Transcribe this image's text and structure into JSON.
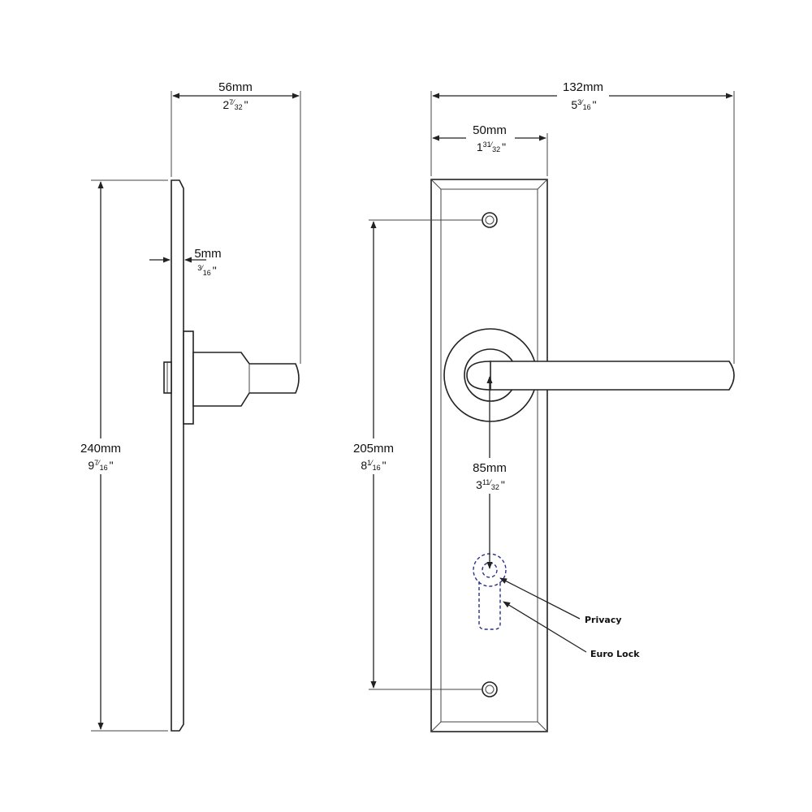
{
  "dimensions": {
    "depth_total": {
      "mm": "56mm",
      "whole": "2",
      "num": "7",
      "den": "32"
    },
    "plate_thickness": {
      "mm": "5mm",
      "whole": "",
      "num": "3",
      "den": "16"
    },
    "height_total": {
      "mm": "240mm",
      "whole": "9",
      "num": "7",
      "den": "16"
    },
    "width_total": {
      "mm": "132mm",
      "whole": "5",
      "num": "3",
      "den": "16"
    },
    "plate_width": {
      "mm": "50mm",
      "whole": "1",
      "num": "31",
      "den": "32"
    },
    "hole_centres": {
      "mm": "205mm",
      "whole": "8",
      "num": "1",
      "den": "16"
    },
    "backset": {
      "mm": "85mm",
      "whole": "3",
      "num": "11",
      "den": "32"
    }
  },
  "inch_mark": "\"",
  "callouts": {
    "privacy": "Privacy",
    "euro_lock": "Euro Lock"
  },
  "colors": {
    "line": "#222222",
    "dashed_lock": "#2a2f8a",
    "background": "#ffffff"
  }
}
